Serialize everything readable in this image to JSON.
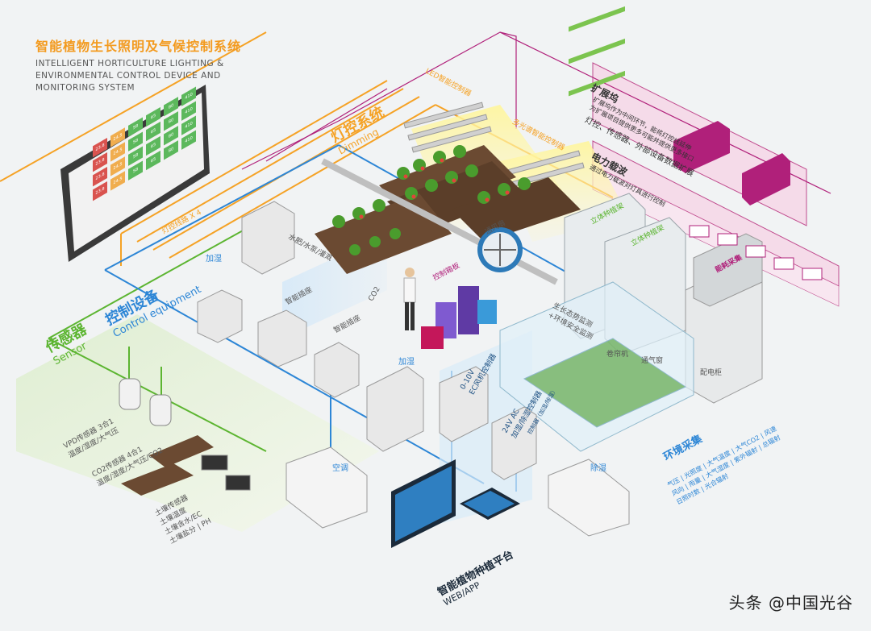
{
  "title": {
    "cn": "智能植物生长照明及气候控制系统",
    "en": "INTELLIGENT HORTICULTURE LIGHTING & ENVIRONMENTAL CONTROL DEVICE AND MONITORING SYSTEM"
  },
  "sections": {
    "dimming": {
      "cn": "灯控系统",
      "en": "Dimming"
    },
    "control": {
      "cn": "控制设备",
      "en": "Control equipment"
    },
    "sensor": {
      "cn": "传感器",
      "en": "Sensor"
    },
    "env": {
      "cn": "环境采集",
      "items": "气压 | 光照度 | 大气温度 | 大气CO2 | 风速\n风向 | 雨量 | 大气湿度 | 紫外辐射 | 总辐射\n日照时数 | 光合辐射"
    },
    "platform": {
      "cn": "智能植物种植平台",
      "en": "WEB/APP"
    },
    "expand": {
      "title": "扩展坞",
      "line1": "扩展坞作为中间环节，能将灯控线延伸",
      "line2": "为扩展项目提供更多可能并提供更多接口",
      "line3": "灯控、传感器、外部设备数据扩展"
    },
    "plc": {
      "title": "电力载波",
      "line1": "通过电力载波对灯具进行控制"
    }
  },
  "labels": {
    "led_controller": "LED智能控制器",
    "multi_sensor": "多光谱智能控制器",
    "light_line": "灯控线路 X 4",
    "humidify1": "加湿",
    "humidify2": "加湿",
    "water": "水肥/水泵/灌溉",
    "co2": "CO2",
    "co2_board": "控制箱板",
    "fan": "通风扇",
    "socket1": "智能插座",
    "socket2": "智能插座",
    "ac_label": "空调",
    "dehumid": "除湿",
    "rack1": "立体种植架",
    "rack2": "立体种植架",
    "energy": "能耗采集",
    "cabinet": "配电柜",
    "growth": "生长态势监测\n+环境安全监测",
    "curtain": "卷帘机",
    "vent": "通气窗",
    "ec": "0-10V\nEC风机控制器",
    "v24": "24V AC\n加湿/除湿控制器",
    "v24b": "控制器（加湿/除湿）",
    "vpd": "VPD传感器 3合1\n温度/湿度/大气压",
    "co2sensor": "CO2传感器 4合1\n温度/湿度/大气压/CO2",
    "soil": "土壤传感器\n土壤温度\n土壤含水/EC\n土壤盐分 | PH"
  },
  "monitor": {
    "tiles": [
      "23.8",
      "24.5",
      "58",
      "65",
      "80",
      "410",
      "23.8",
      "24.5",
      "58",
      "65",
      "80",
      "410",
      "23.8",
      "24.5",
      "58",
      "65",
      "80",
      "410",
      "23.8",
      "24.5",
      "58",
      "65",
      "80",
      "410"
    ]
  },
  "colors": {
    "orange": "#f5a225",
    "blue": "#2d86d6",
    "green": "#5cb531",
    "magenta": "#b0207a",
    "gray": "#888888"
  },
  "watermark": "头条 @中国光谷"
}
